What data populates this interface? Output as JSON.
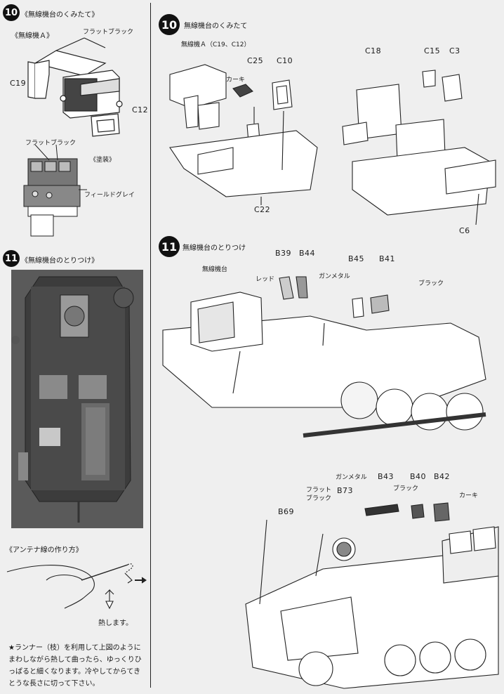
{
  "left": {
    "step10": {
      "number": "10",
      "title": "《無線機台のくみたて》",
      "label_a": "《無線機Ａ》",
      "flat_black": "フラットブラック",
      "c19": "C19",
      "c12": "C12",
      "flat_black_2": "フラットブラック",
      "paint_title": "《塗装》",
      "field_grey": "フィールドグレイ"
    },
    "step11": {
      "number": "11",
      "title": "《無線機台のとりつけ》"
    },
    "antenna": {
      "title": "《アンテナ線の作り方》",
      "heat_label": "熱します。",
      "note": "★ランナー（枝）を利用して上図のようにまわしながら熱して曲ったら、ゆっくりひっぱると細くなります。冷やしてからてきとうな長さに切って下さい。"
    }
  },
  "right": {
    "step10": {
      "number": "10",
      "title": "無線機台のくみたて",
      "radio_a": "無線機Ａ（C19、C12）",
      "khaki": "カーキ",
      "c25": "C25",
      "c10": "C10",
      "c22": "C22",
      "c18": "C18",
      "c15": "C15",
      "c3": "C3",
      "c6": "C6"
    },
    "step11": {
      "number": "11",
      "title": "無線機台のとりつけ",
      "radio_stand": "無線機台",
      "b39": "B39",
      "b44": "B44",
      "b45": "B45",
      "b41": "B41",
      "red": "レッド",
      "gunmetal": "ガンメタル",
      "black": "ブラック",
      "gunmetal_2": "ガンメタル",
      "b43": "B43",
      "b40": "B40",
      "b42": "B42",
      "black_2": "ブラック",
      "khaki_2": "カーキ",
      "flat_black": "フラット ブラック",
      "b73": "B73",
      "b69": "B69"
    }
  }
}
